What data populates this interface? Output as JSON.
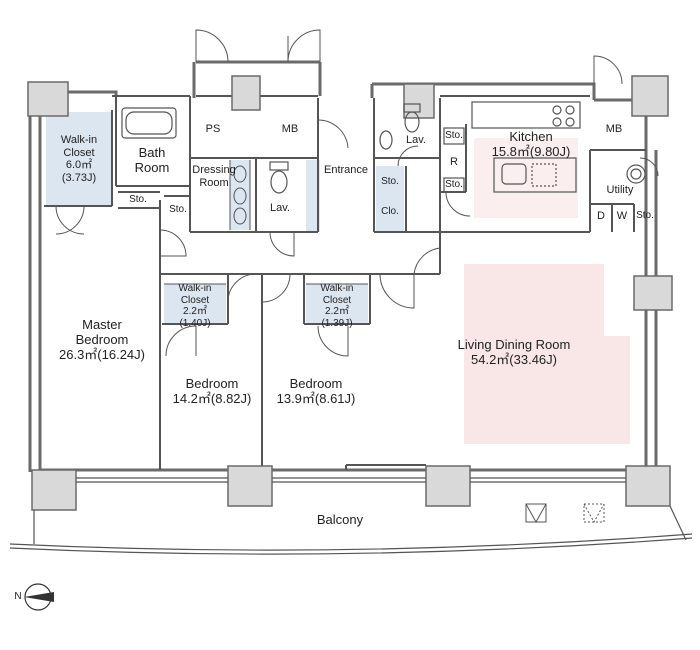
{
  "rooms": {
    "master_bedroom": {
      "name_line1": "Master",
      "name_line2": "Bedroom",
      "area": "26.3㎡(16.24J)"
    },
    "walk_in_closet_master": {
      "name_line1": "Walk-in",
      "name_line2": "Closet",
      "area1": "6.0㎡",
      "area2": "(3.73J)"
    },
    "bath_room": {
      "name_line1": "Bath",
      "name_line2": "Room"
    },
    "dressing_room": {
      "name_line1": "Dressing",
      "name_line2": "Room"
    },
    "lav_1": {
      "name": "Lav."
    },
    "lav_2": {
      "name": "Lav."
    },
    "ps": {
      "name": "PS"
    },
    "mb_1": {
      "name": "MB"
    },
    "mb_2": {
      "name": "MB"
    },
    "entrance": {
      "name": "Entrance"
    },
    "sto_bath": {
      "name": "Sto."
    },
    "sto_dressing": {
      "name": "Sto."
    },
    "sto_entrance": {
      "name": "Sto."
    },
    "clo_entrance": {
      "name": "Clo."
    },
    "sto_kitchen_1": {
      "name": "Sto."
    },
    "sto_kitchen_2": {
      "name": "Sto."
    },
    "sto_utility": {
      "name": "Sto."
    },
    "refrigerator": {
      "name": "R"
    },
    "kitchen": {
      "name": "Kitchen",
      "area": "15.8㎡(9.80J)"
    },
    "utility": {
      "name": "Utility",
      "dryer": "D",
      "washer": "W"
    },
    "walk_in_closet_2": {
      "name_line1": "Walk-in",
      "name_line2": "Closet",
      "area1": "2.2㎡",
      "area2": "(1.40J)"
    },
    "walk_in_closet_3": {
      "name_line1": "Walk-in",
      "name_line2": "Closet",
      "area1": "2.2㎡",
      "area2": "(1.39J)"
    },
    "bedroom_2": {
      "name": "Bedroom",
      "area": "14.2㎡(8.82J)"
    },
    "bedroom_3": {
      "name": "Bedroom",
      "area": "13.9㎡(8.61J)"
    },
    "living_dining": {
      "name": "Living Dining Room",
      "area": "54.2㎡(33.46J)"
    },
    "balcony": {
      "name": "Balcony"
    }
  },
  "compass": {
    "label": "N"
  },
  "colors": {
    "wall": "#6a6a6a",
    "wall_fill": "#d9d9d9",
    "closet_fill": "#dbe6f1",
    "pink_fill": "#f9e7e7",
    "line": "#555555"
  }
}
